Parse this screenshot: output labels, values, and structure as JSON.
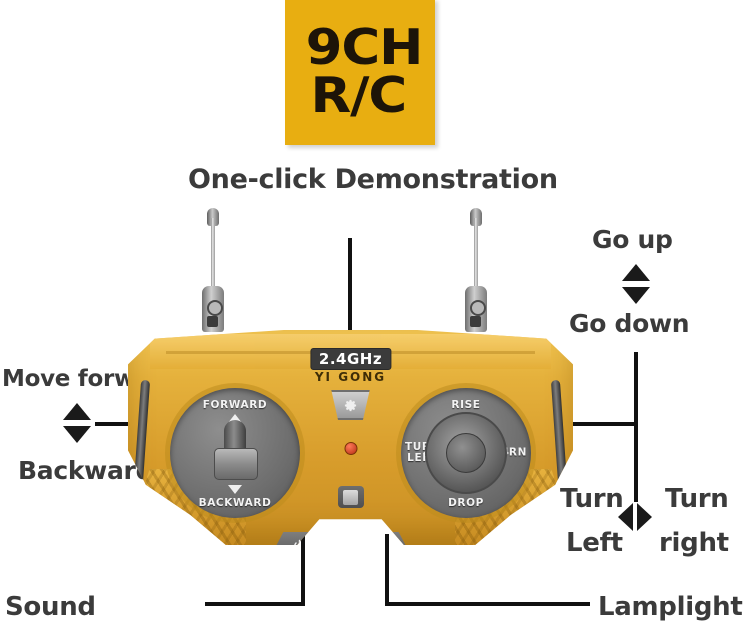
{
  "badge": {
    "line1": "9CH",
    "line2": "R/C",
    "background": "#e8ae11",
    "text_color": "#1d1408"
  },
  "callouts": {
    "demonstration": "One-click Demonstration",
    "go_up": "Go up",
    "go_down": "Go down",
    "move_forward": "Move forward",
    "backward": "Backward",
    "turn_left_line1": "Turn",
    "turn_left_line2": "Left",
    "turn_right_line1": "Turn",
    "turn_right_line2": "right",
    "sound": "Sound",
    "lamplight": "Lamplight",
    "text_color": "#3b3b3b",
    "line_color": "#111111"
  },
  "remote": {
    "frequency_label": "2.4GHz",
    "brand": "YI GONG",
    "body_color": "#e5b13c",
    "left_pad": {
      "top_label": "FORWARD",
      "bottom_label": "BACKWARD"
    },
    "right_pad": {
      "top_label": "RISE",
      "bottom_label": "DROP",
      "left_label_line1": "TURN",
      "left_label_line2": "LEFT",
      "right_label": "TURN"
    },
    "buttons": {
      "demo_icon": "gear-icon",
      "sound_icon": "sound-power-icon",
      "lamp_icon": "lightbulb-icon",
      "led_color": "#b52d12"
    },
    "antennas": 2
  }
}
